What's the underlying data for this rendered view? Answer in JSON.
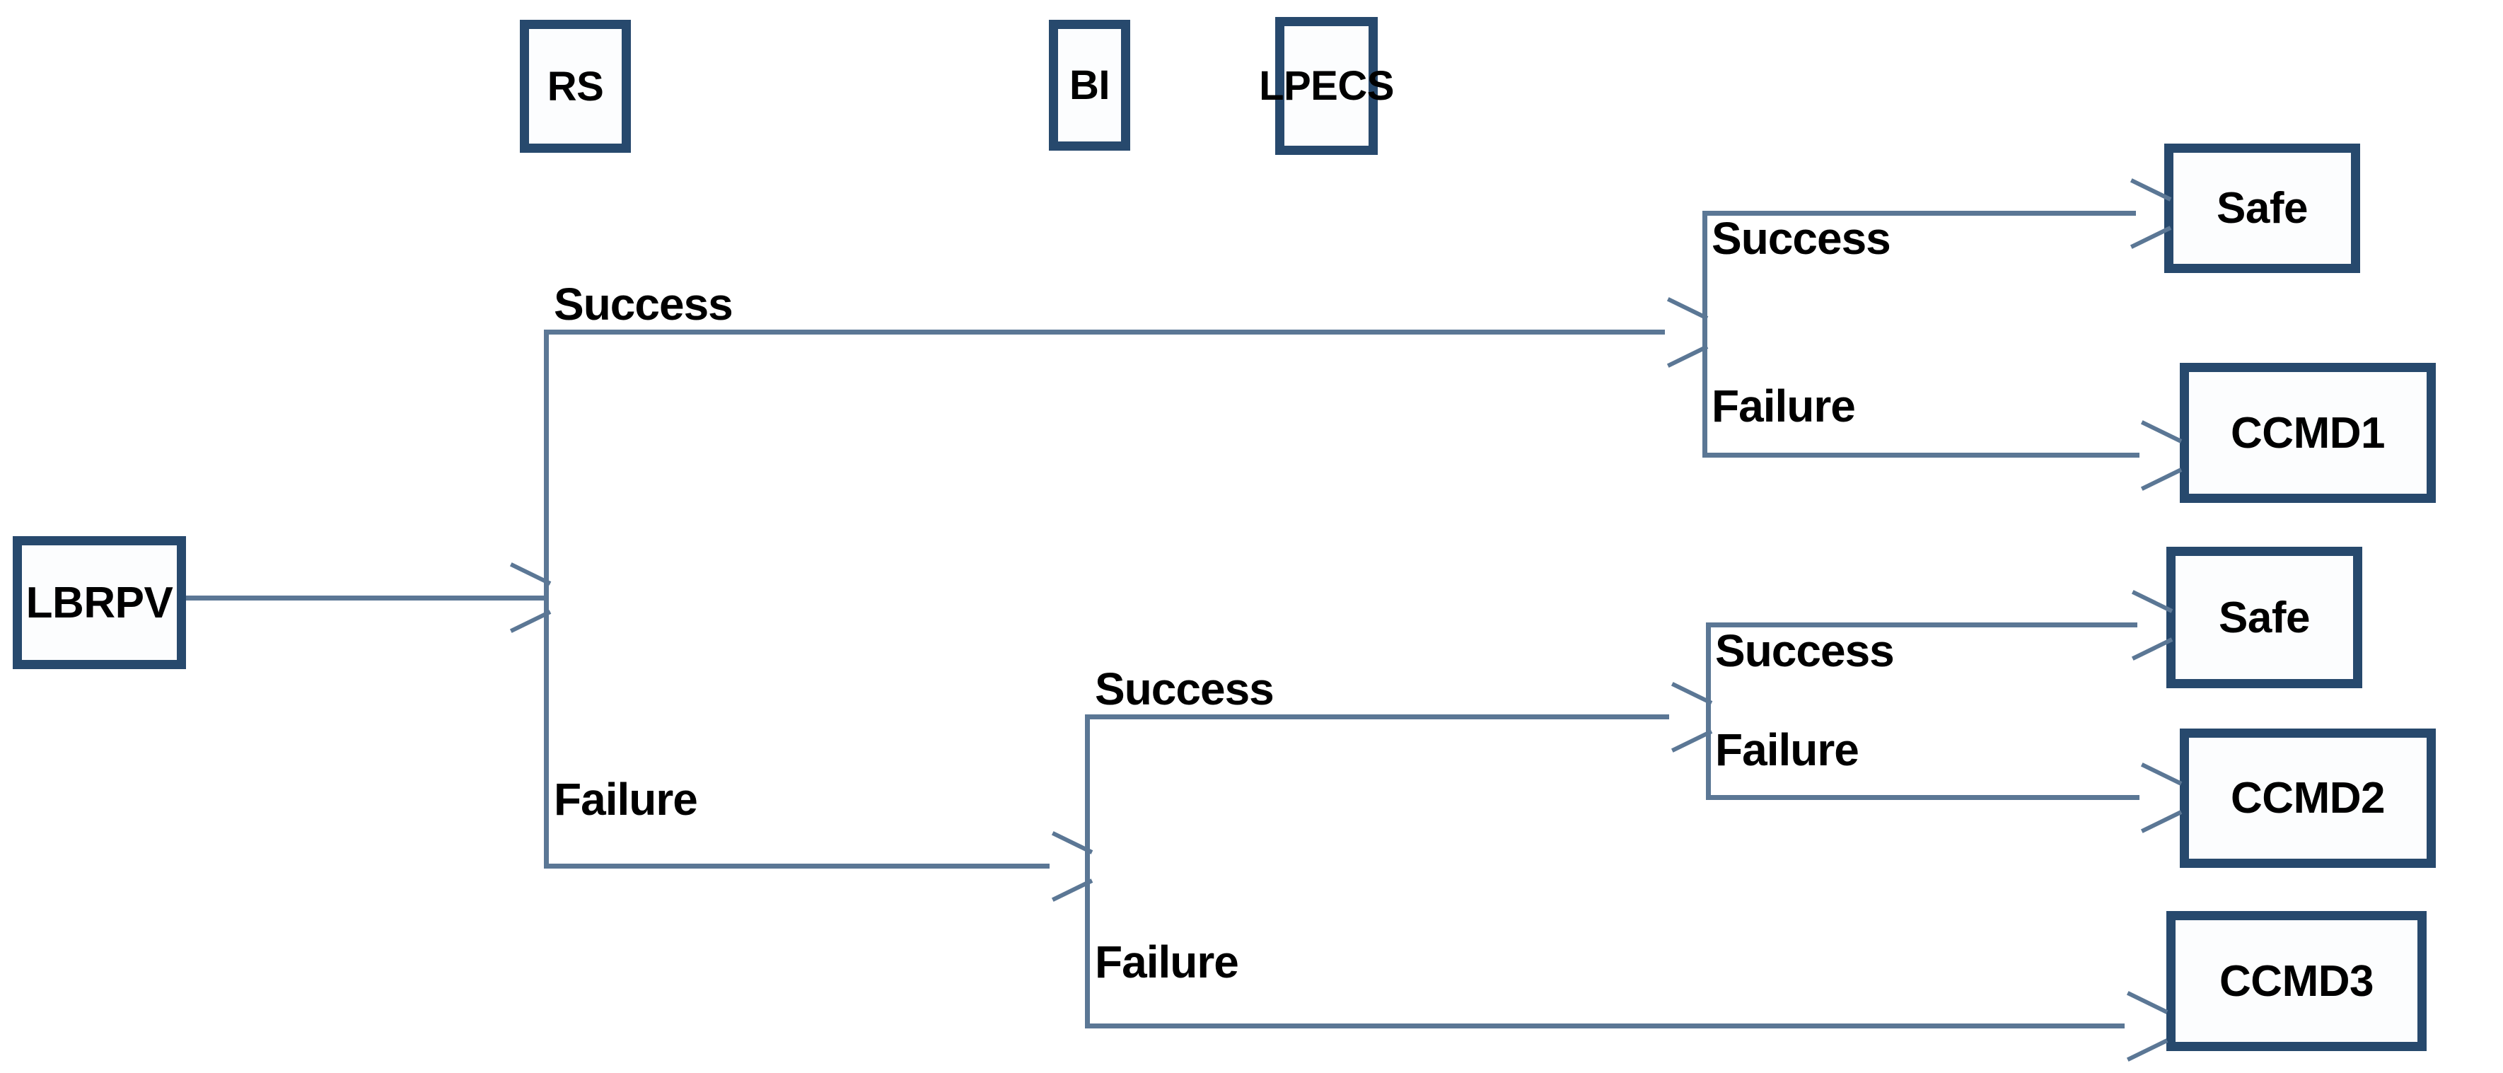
{
  "diagram": {
    "type": "event-tree",
    "title": "",
    "colors": {
      "box_border": "#27496D",
      "box_fill": "#FCFDFE",
      "connector": "#5B7795",
      "text": "#000000",
      "background": "#FFFFFF"
    },
    "headers": [
      {
        "id": "rs",
        "label": "RS"
      },
      {
        "id": "bi",
        "label": "BI"
      },
      {
        "id": "lpecs",
        "label": "LPECS"
      }
    ],
    "initiator": {
      "id": "lbrpv",
      "label": "LBRPV"
    },
    "branch_labels": {
      "success": "Success",
      "failure": "Failure"
    },
    "nodes": [
      {
        "id": "rs-split",
        "stage": "RS",
        "success_label": "Success",
        "failure_label": "Failure",
        "success_target": "lpecs-upper",
        "failure_target": "bi-split"
      },
      {
        "id": "bi-split",
        "stage": "BI",
        "success_label": "Success",
        "failure_label": "Failure",
        "success_target": "lpecs-lower",
        "failure_target": "ccmd3"
      },
      {
        "id": "lpecs-upper",
        "stage": "LPECS",
        "success_label": "Success",
        "failure_label": "Failure",
        "success_target": "safe-1",
        "failure_target": "ccmd1"
      },
      {
        "id": "lpecs-lower",
        "stage": "LPECS",
        "success_label": "Success",
        "failure_label": "Failure",
        "success_target": "safe-2",
        "failure_target": "ccmd2"
      }
    ],
    "outcomes": [
      {
        "id": "safe-1",
        "label": "Safe",
        "path": "RS Success / LPECS Success"
      },
      {
        "id": "ccmd1",
        "label": "CCMD1",
        "path": "RS Success / LPECS Failure"
      },
      {
        "id": "safe-2",
        "label": "Safe",
        "path": "RS Failure / BI Success / LPECS Success"
      },
      {
        "id": "ccmd2",
        "label": "CCMD2",
        "path": "RS Failure / BI Success / LPECS Failure"
      },
      {
        "id": "ccmd3",
        "label": "CCMD3",
        "path": "RS Failure / BI Failure"
      }
    ]
  }
}
